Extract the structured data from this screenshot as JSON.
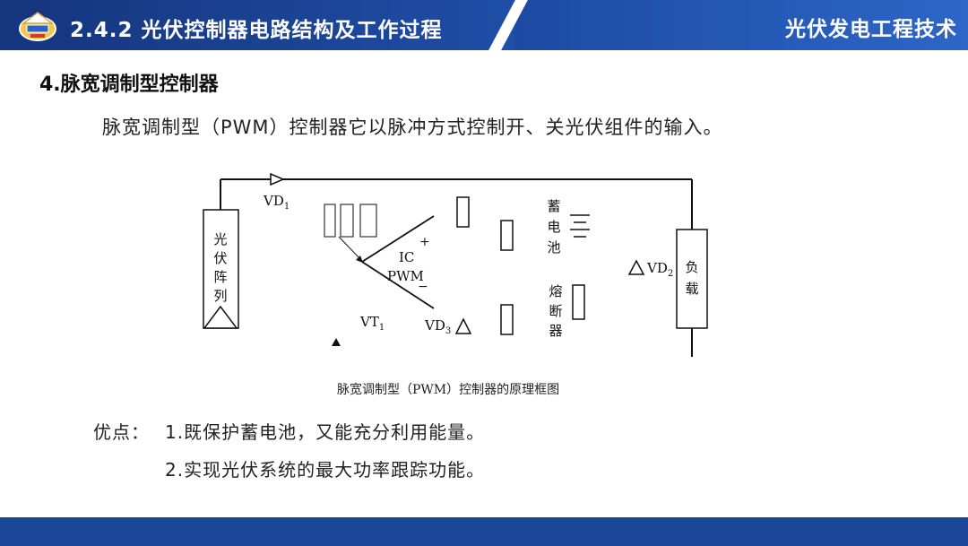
{
  "header": {
    "section_title": "2.4.2  光伏控制器电路结构及工作过程",
    "course_title": "光伏发电工程技术"
  },
  "subheading": "4.脉宽调制型控制器",
  "intro": "脉宽调制型（PWM）控制器它以脉冲方式控制开、关光伏组件的输入。",
  "diagram": {
    "pv_array": [
      "光",
      "伏",
      "阵",
      "列"
    ],
    "vd1": "VD",
    "vd1_sub": "1",
    "vd2": "VD",
    "vd2_sub": "2",
    "vd3": "VD",
    "vd3_sub": "3",
    "vt1": "VT",
    "vt1_sub": "1",
    "ic": "IC",
    "pwm": "PWM",
    "plus": "+",
    "minus": "−",
    "battery": [
      "蓄",
      "电",
      "池"
    ],
    "fuse": [
      "熔",
      "断",
      "器"
    ],
    "load": [
      "负",
      "载"
    ],
    "caption": "脉宽调制型（PWM）控制器的原理框图"
  },
  "advantages": {
    "label": "优点：",
    "items": [
      "1.既保护蓄电池，又能充分利用能量。",
      "2.实现光伏系统的最大功率跟踪功能。"
    ]
  },
  "colors": {
    "header_blue": "#1f4fa8",
    "footer_blue": "#1a4697"
  }
}
